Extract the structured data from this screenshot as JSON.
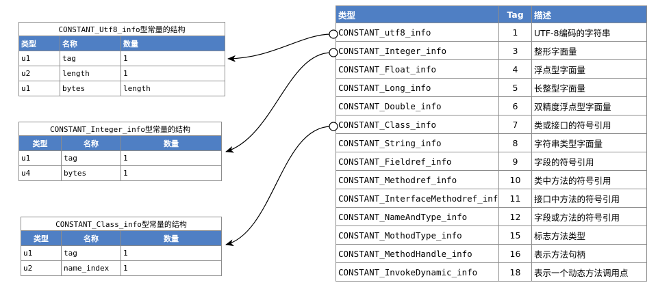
{
  "utf8_table": {
    "caption": "CONSTANT_Utf8_info型常量的结构",
    "headers": [
      "类型",
      "名称",
      "数量"
    ],
    "rows": [
      [
        "u1",
        "tag",
        "1"
      ],
      [
        "u2",
        "length",
        "1"
      ],
      [
        "u1",
        "bytes",
        "length"
      ]
    ]
  },
  "integer_table": {
    "caption": "CONSTANT_Integer_info型常量的结构",
    "headers": [
      "类型",
      "名称",
      "数量"
    ],
    "rows": [
      [
        "u1",
        "tag",
        "1"
      ],
      [
        "u4",
        "bytes",
        "1"
      ]
    ]
  },
  "class_table": {
    "caption": "CONSTANT_Class_info型常量的结构",
    "headers": [
      "类型",
      "名称",
      "数量"
    ],
    "rows": [
      [
        "u1",
        "tag",
        "1"
      ],
      [
        "u2",
        "name_index",
        "1"
      ]
    ]
  },
  "main_table": {
    "headers": [
      "类型",
      "Tag",
      "描述"
    ],
    "rows": [
      [
        "CONSTANT_utf8_info",
        "1",
        "UTF-8编码的字符串"
      ],
      [
        "CONSTANT_Integer_info",
        "3",
        "整形字面量"
      ],
      [
        "CONSTANT_Float_info",
        "4",
        "浮点型字面量"
      ],
      [
        "CONSTANT_Long_info",
        "5",
        "长整型字面量"
      ],
      [
        "CONSTANT_Double_info",
        "6",
        "双精度浮点型字面量"
      ],
      [
        "CONSTANT_Class_info",
        "7",
        "类或接口的符号引用"
      ],
      [
        "CONSTANT_String_info",
        "8",
        "字符串类型字面量"
      ],
      [
        "CONSTANT_Fieldref_info",
        "9",
        "字段的符号引用"
      ],
      [
        "CONSTANT_Methodref_info",
        "10",
        "类中方法的符号引用"
      ],
      [
        "CONSTANT_InterfaceMethodref_info",
        "11",
        "接口中方法的符号引用"
      ],
      [
        "CONSTANT_NameAndType_info",
        "12",
        "字段或方法的符号引用"
      ],
      [
        "CONSTANT_MothodType_info",
        "15",
        "标志方法类型"
      ],
      [
        "CONSTANT_MethodHandle_info",
        "16",
        "表示方法句柄"
      ],
      [
        "CONSTANT_InvokeDynamic_info",
        "18",
        "表示一个动态方法调用点"
      ]
    ]
  },
  "colors": {
    "header_bg": "#4f7fc4",
    "header_text": "#ffffff",
    "border": "#8c8c8c",
    "arrow": "#000000"
  }
}
